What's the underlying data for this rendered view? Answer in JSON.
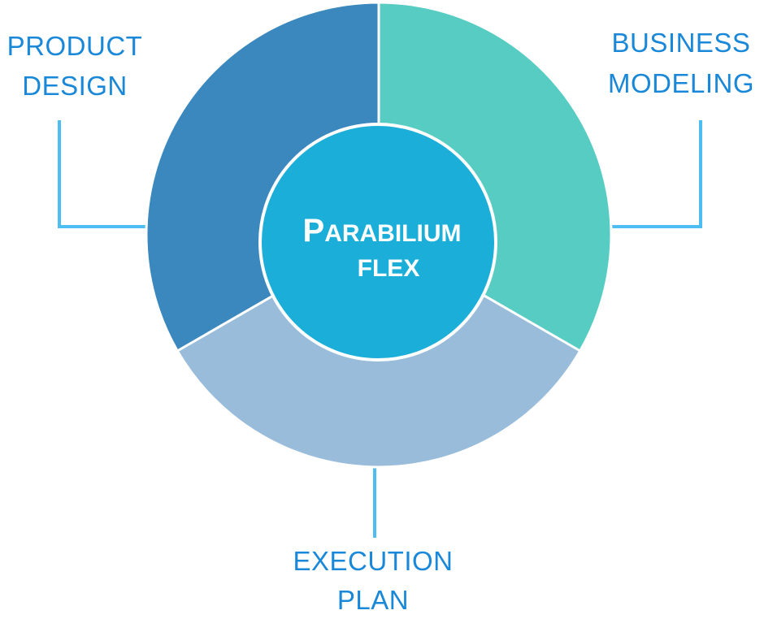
{
  "center": {
    "line1_initial": "P",
    "line1_rest": "ARABILIUM",
    "line2": "FLEX"
  },
  "segments": [
    {
      "name": "product-design",
      "label_line1": "PRODUCT",
      "label_line2": "DESIGN",
      "color": "#3a88bd"
    },
    {
      "name": "business-modeling",
      "label_line1": "BUSINESS",
      "label_line2": "MODELING",
      "color": "#56ccc2"
    },
    {
      "name": "execution-plan",
      "label_line1": "EXECUTION",
      "label_line2": "PLAN",
      "color": "#98bcda"
    }
  ],
  "colors": {
    "center_fill": "#1aaed9",
    "connector": "#4dbdf2",
    "label_text": "#1a88d8",
    "separator": "#ffffff"
  }
}
